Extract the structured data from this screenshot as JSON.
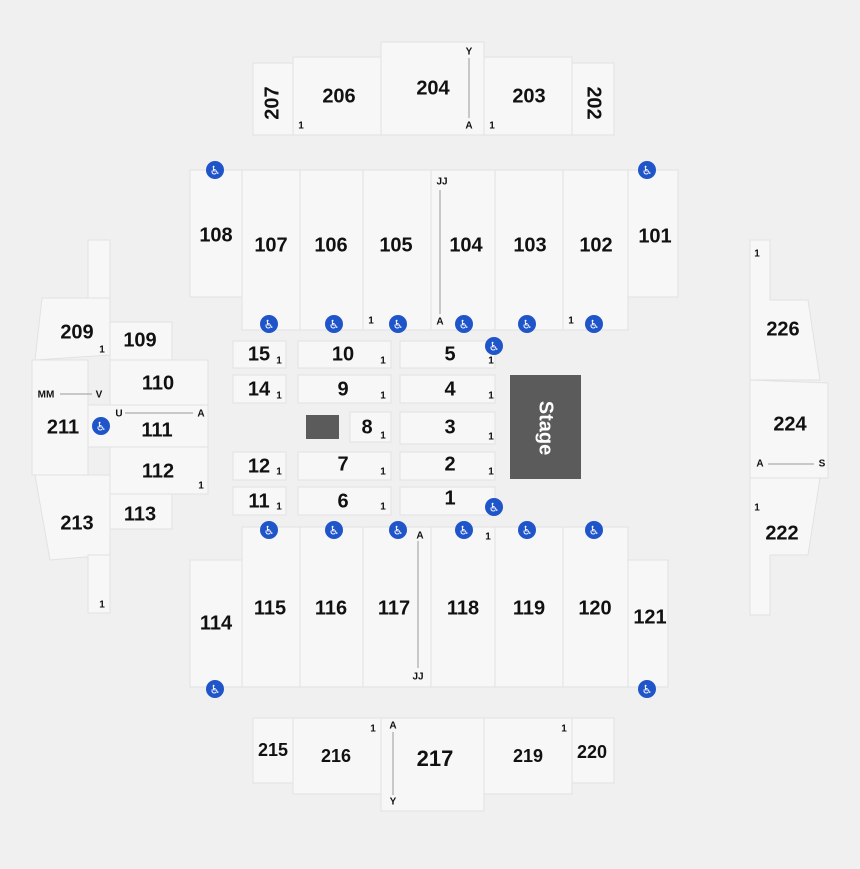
{
  "stage_label": "Stage",
  "icons": {
    "wheelchair": "wheelchair-icon",
    "wheelchair_glyph": "♿"
  },
  "colors": {
    "background": "#f0f0f0",
    "section": "#f7f7f7",
    "stage": "#5b5b5b",
    "accessible": "#1f55c9"
  },
  "sections": {
    "s207": "207",
    "s206": "206",
    "s204": "204",
    "s203": "203",
    "s202": "202",
    "s108": "108",
    "s107": "107",
    "s106": "106",
    "s105": "105",
    "s104": "104",
    "s103": "103",
    "s102": "102",
    "s101": "101",
    "s209": "209",
    "s109": "109",
    "s110": "110",
    "s211": "211",
    "s111": "111",
    "s112": "112",
    "s213": "213",
    "s113": "113",
    "f15": "15",
    "f14": "14",
    "f12": "12",
    "f11": "11",
    "f10": "10",
    "f9": "9",
    "f8": "8",
    "f7": "7",
    "f6": "6",
    "f5": "5",
    "f4": "4",
    "f3": "3",
    "f2": "2",
    "f1": "1",
    "s226": "226",
    "s224": "224",
    "s222": "222",
    "s114": "114",
    "s115": "115",
    "s116": "116",
    "s117": "117",
    "s118": "118",
    "s119": "119",
    "s120": "120",
    "s121": "121",
    "s215": "215",
    "s216": "216",
    "s217": "217",
    "s219": "219",
    "s220": "220"
  },
  "rows": {
    "one": "1",
    "y": "Y",
    "a": "A",
    "jj": "JJ",
    "mm": "MM",
    "v": "V",
    "u": "U",
    "s": "S"
  }
}
